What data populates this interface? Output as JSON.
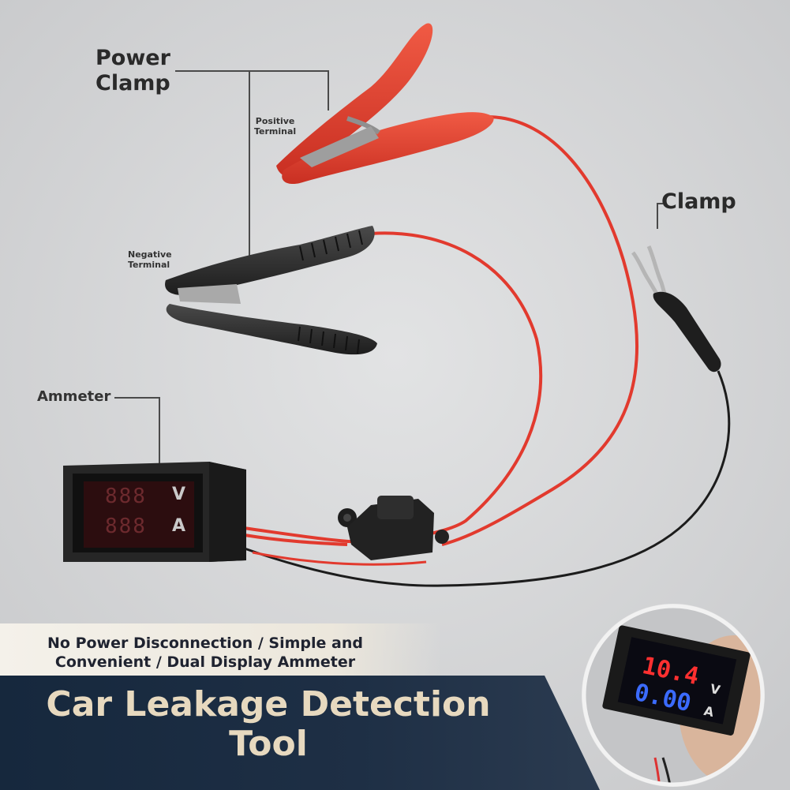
{
  "labels": {
    "power_clamp_line1": "Power",
    "power_clamp_line2": "Clamp",
    "positive_line1": "Positive",
    "positive_line2": "Terminal",
    "negative_line1": "Negative",
    "negative_line2": "Terminal",
    "clamp": "Clamp",
    "ammeter": "Ammeter"
  },
  "meter": {
    "voltage_digits": "888",
    "current_digits": "888",
    "unit_v": "V",
    "unit_a": "A"
  },
  "inset_meter": {
    "voltage_reading": "10.4",
    "current_reading": "0.00",
    "unit_v": "V",
    "unit_a": "A"
  },
  "banner": {
    "subtitle_line1": "No Power Disconnection / Simple and",
    "subtitle_line2": "Convenient / Dual Display Ammeter",
    "title_line1": "Car Leakage Detection",
    "title_line2": "Tool"
  },
  "colors": {
    "background": "#d7d8d9",
    "red_wire": "#e23a2e",
    "clamp_red": "#e0402e",
    "clamp_black": "#2b2b2b",
    "banner_dark": "#1d2a3a",
    "title_text": "#e7d9bf",
    "meter_red_digit": "#ff3030",
    "meter_blue_digit": "#3b6bff"
  }
}
